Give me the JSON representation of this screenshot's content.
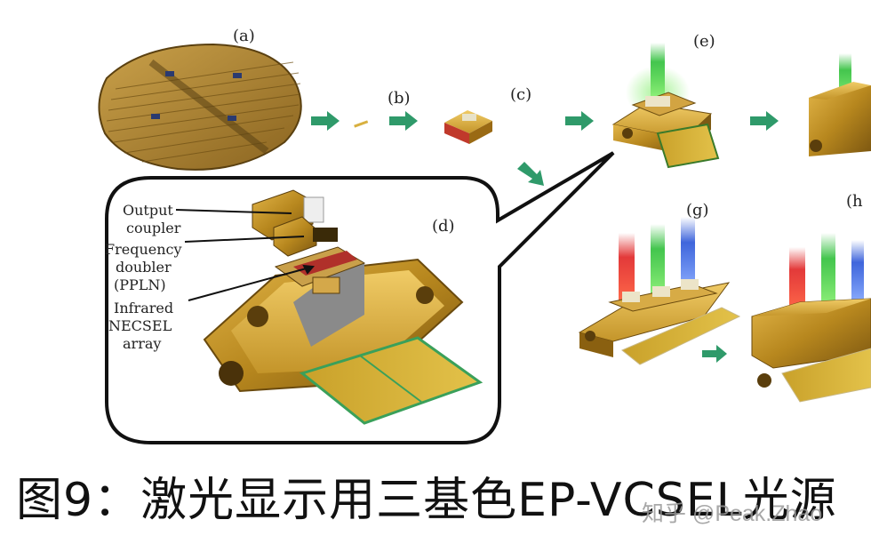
{
  "figure": {
    "panel_labels": {
      "a": "(a)",
      "b": "(b)",
      "c": "(c)",
      "d": "(d)",
      "e": "(e)",
      "g": "(g)",
      "h": "(h"
    },
    "callouts": {
      "output_coupler": [
        "Output",
        "coupler"
      ],
      "frequency_doubler": [
        "Frequency",
        "doubler",
        "(PPLN)"
      ],
      "infrared_array": [
        "Infrared",
        "NECSEL",
        "array"
      ]
    },
    "beam_colors": {
      "red": "#e02424",
      "green": "#2fbf3a",
      "blue": "#2a55d8"
    },
    "arrow_color": "#2f9a6a",
    "package_color": "#b7871e"
  },
  "caption": "图9：激光显示用三基色EP-VCSEL光源",
  "watermark": "知乎 @Peak.Zhao"
}
